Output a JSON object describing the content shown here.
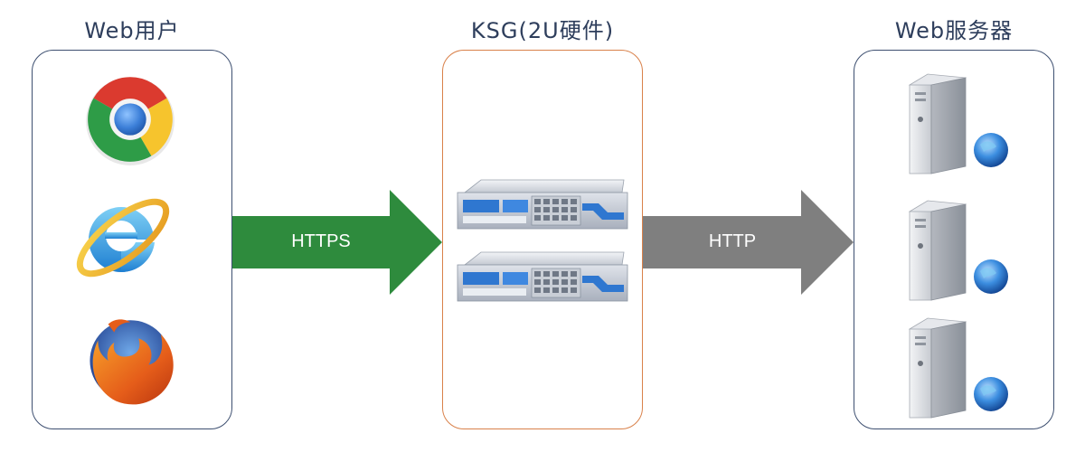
{
  "users": {
    "title": "Web用户"
  },
  "ksg": {
    "title": "KSG(2U硬件)"
  },
  "servers": {
    "title": "Web服务器"
  },
  "arrows": {
    "https_label": "HTTPS",
    "http_label": "HTTP",
    "https_color": "#2e8b3d",
    "http_color": "#7f7f7f"
  },
  "icons": [
    "chrome-icon",
    "internet-explorer-icon",
    "firefox-icon",
    "rack-server-icon",
    "tower-server-icon",
    "globe-icon"
  ]
}
